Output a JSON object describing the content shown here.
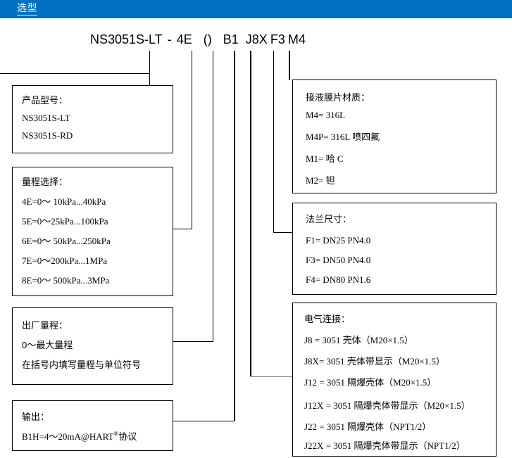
{
  "header": {
    "title": "选型",
    "bar_color": "#0070c0",
    "text_color": "#ffffff"
  },
  "model_code": {
    "full": "NS3051S-LT - 4E  ()  B1  J8X F3 M4",
    "segments": [
      {
        "text": "NS3051S-LT",
        "key": "product"
      },
      {
        "text": "-",
        "key": "dash"
      },
      {
        "text": "4E",
        "key": "range"
      },
      {
        "text": "()",
        "key": "factory-range"
      },
      {
        "text": "B1",
        "key": "output"
      },
      {
        "text": "J8X",
        "key": "electrical"
      },
      {
        "text": "F3",
        "key": "flange"
      },
      {
        "text": "M4",
        "key": "material"
      }
    ]
  },
  "boxes": {
    "product_model": {
      "title": "产品型号：",
      "lines": [
        "NS3051S-LT",
        "NS3051S-RD"
      ]
    },
    "range_selection": {
      "title": "量程选择：",
      "lines": [
        "4E=0～ 10kPa...40kPa",
        "5E=0～25kPa...100kPa",
        "6E=0～ 50kPa...250kPa",
        "7E=0～200kPa...1MPa",
        "8E=0～ 500kPa...3MPa"
      ]
    },
    "factory_range": {
      "title": "出厂量程：",
      "lines": [
        "0～最大量程",
        "在括号内填写量程与单位符号"
      ]
    },
    "output": {
      "title": "输出：",
      "lines": [
        "B1H=4～20mA@HART®协议"
      ],
      "line_prefix": "B1H=4～20mA@HART",
      "line_suffix": "协议",
      "reg_mark": "®"
    },
    "diaphragm_material": {
      "title": "接液膜片材质：",
      "lines": [
        "M4= 316L",
        "M4P= 316L 喷四氟",
        "M1=  哈 C",
        "M2=  钽"
      ]
    },
    "flange_size": {
      "title": "法兰尺寸：",
      "lines": [
        "F1= DN25 PN4.0",
        "F3= DN50 PN4.0",
        "F4= DN80 PN1.6"
      ]
    },
    "electrical_connection": {
      "title": "电气连接：",
      "lines": [
        "J8 = 3051 壳体（M20×1.5）",
        "J8X= 3051 壳体带显示（M20×1.5）",
        "J12 = 3051 隔爆壳体（M20×1.5）",
        "J12X = 3051 隔爆壳体带显示（M20×1.5）",
        "J22 = 3051 隔爆壳体（NPT1/2）",
        "J22X = 3051 隔爆壳体带显示（NPT1/2）"
      ]
    }
  }
}
